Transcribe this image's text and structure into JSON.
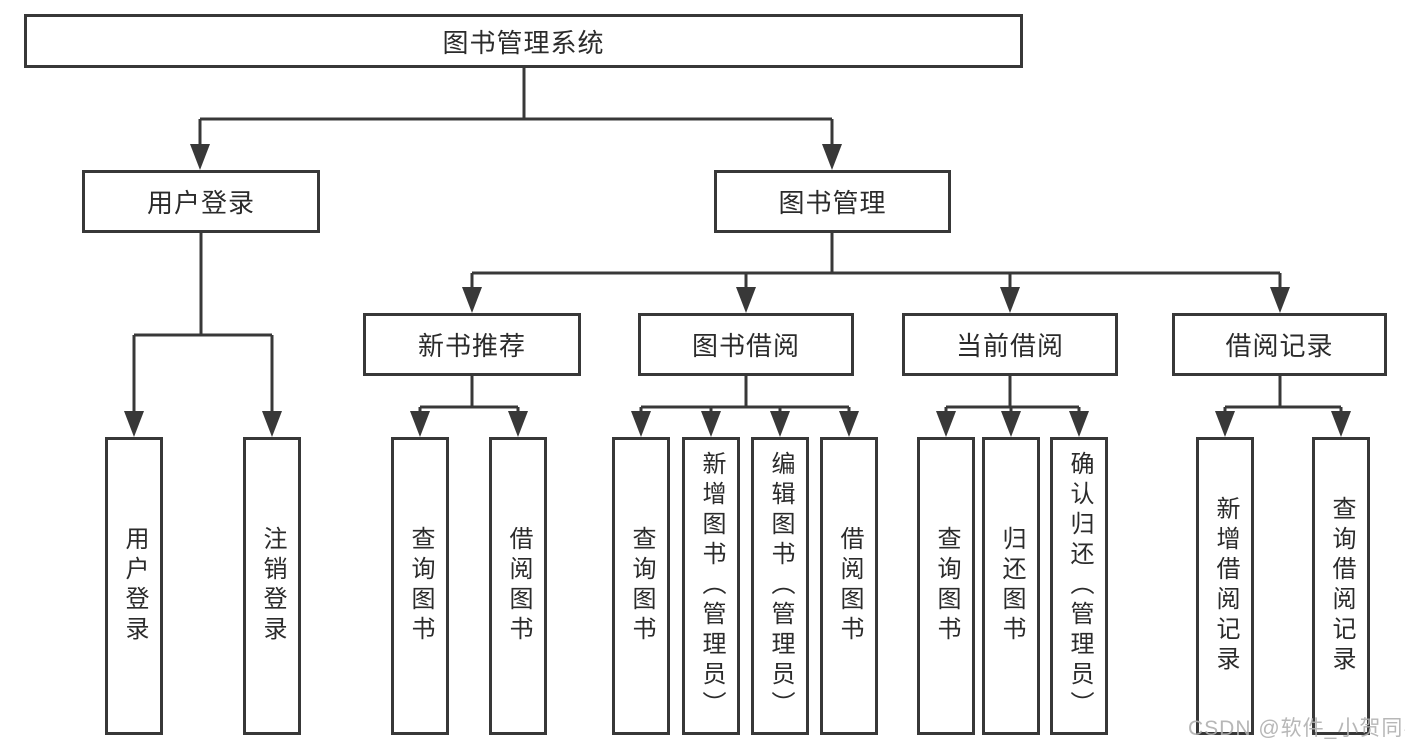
{
  "tree": {
    "root": "图书管理系统",
    "branches": [
      {
        "label": "用户登录",
        "children": [
          "用户登录",
          "注销登录"
        ]
      },
      {
        "label": "图书管理",
        "sections": [
          {
            "label": "新书推荐",
            "children": [
              "查询图书",
              "借阅图书"
            ]
          },
          {
            "label": "图书借阅",
            "children": [
              "查询图书",
              "新增图书（管理员）",
              "编辑图书（管理员）",
              "借阅图书"
            ]
          },
          {
            "label": "当前借阅",
            "children": [
              "查询图书",
              "归还图书",
              "确认归还（管理员）"
            ]
          },
          {
            "label": "借阅记录",
            "children": [
              "新增借阅记录",
              "查询借阅记录"
            ]
          }
        ]
      }
    ]
  },
  "watermark": "CSDN @软件_小贺同学",
  "colors": {
    "line": "#383838",
    "text": "#2b2b2b",
    "background": "#ffffff",
    "watermark": "#afafaf"
  }
}
